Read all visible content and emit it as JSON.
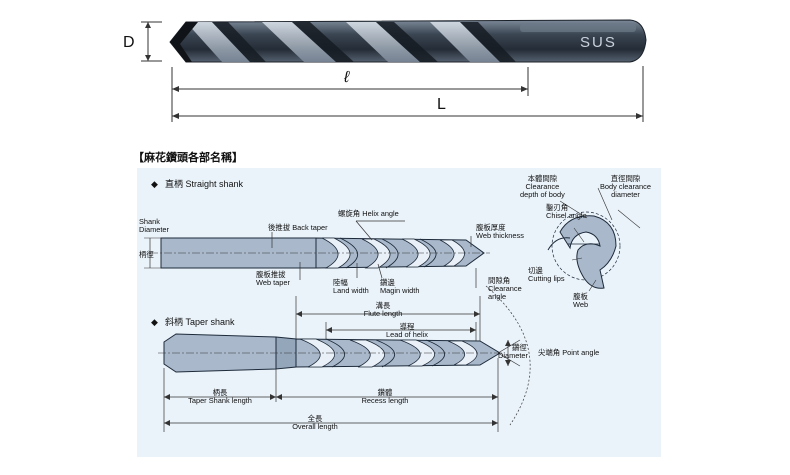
{
  "top_diagram": {
    "label_d": "D",
    "label_l_small": "ℓ",
    "label_l_big": "L",
    "brand": "SUS"
  },
  "section_title": "【麻花鑽頭各部名稱】",
  "straight_shank": {
    "bullet": "◆",
    "title": "直柄 Straight shank",
    "shank_diameter": [
      "Shank",
      "Diameter"
    ],
    "shank_zh": "柄徑",
    "back_taper": "後推拔 Back taper",
    "helix_angle": "螺旋角 Helix angle",
    "web_taper": [
      "腹板推拔",
      "Web taper"
    ],
    "land_width": [
      "陸幅",
      "Land width"
    ],
    "margin_width": [
      "鑽邊",
      "Magin width"
    ],
    "web_thickness": [
      "腹板厚度",
      "Web thickness"
    ],
    "clearance_angle": [
      "間隙角",
      "Clearance",
      "angle"
    ]
  },
  "cross_section": {
    "clearance_depth": [
      "本體間隙",
      "Clearance",
      "depth of body"
    ],
    "body_clearance_diameter": [
      "直徑間隙",
      "Body clearance",
      "diameter"
    ],
    "chisel_angle": [
      "鑿刃角",
      "Chisel angle"
    ],
    "cutting_lips": [
      "切邊",
      "Cutting lips"
    ],
    "web": [
      "腹板",
      "Web"
    ]
  },
  "taper_shank": {
    "bullet": "◆",
    "title": "斜柄 Taper shank",
    "flute_length": [
      "溝長",
      "Flute length"
    ],
    "lead_of_helix": [
      "導程",
      "Lead of helix"
    ],
    "diameter": [
      "鑽徑",
      "Diameter"
    ],
    "point_angle": "尖端角 Point angle",
    "taper_shank_length": [
      "柄長",
      "Taper Shank length"
    ],
    "recess_length": [
      "鑽體",
      "Recess length"
    ],
    "overall_length": [
      "全長",
      "Overall length"
    ]
  },
  "colors": {
    "drill_dark": "#2e3742",
    "drill_mid": "#5b6878",
    "drill_light": "#aeb9c6",
    "panel_bg": "#eaf3fa",
    "tool_fill": "#a9b9cb",
    "tool_stroke": "#1d2a3a"
  }
}
